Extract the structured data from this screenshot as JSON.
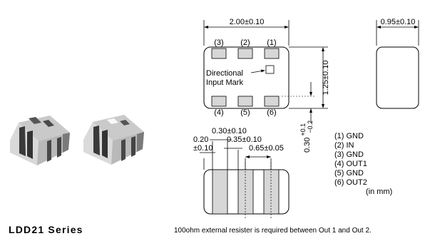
{
  "top_view": {
    "width_dim": "2.00±0.10",
    "height_dim": "1.25±0.10",
    "pin_numbers_top": [
      "(3)",
      "(2)",
      "(1)"
    ],
    "pin_numbers_bottom": [
      "(4)",
      "(5)",
      "(6)"
    ],
    "direction_mark_line1": "Directional",
    "direction_mark_line2": "Input Mark",
    "standoff_base": "0.30",
    "standoff_tol_plus": "+0.1",
    "standoff_tol_minus": "−0.2"
  },
  "side_view": {
    "thickness_dim": "0.95±0.10"
  },
  "bottom_view": {
    "dim_edge_top": "0.20",
    "dim_edge_bottom": "±0.10",
    "dim_pad_width": "0.30±0.10",
    "dim_gap": "0.35±0.10",
    "dim_pitch": "0.65±0.05"
  },
  "pin_legend": [
    "(1) GND",
    "(2) IN",
    "(3) GND",
    "(4) OUT1",
    "(5) GND",
    "(6) OUT2"
  ],
  "units_note": "(in mm)",
  "series_label": "LDD21 Series",
  "footnote": "100ohm external resister is required between Out 1 and Out 2."
}
